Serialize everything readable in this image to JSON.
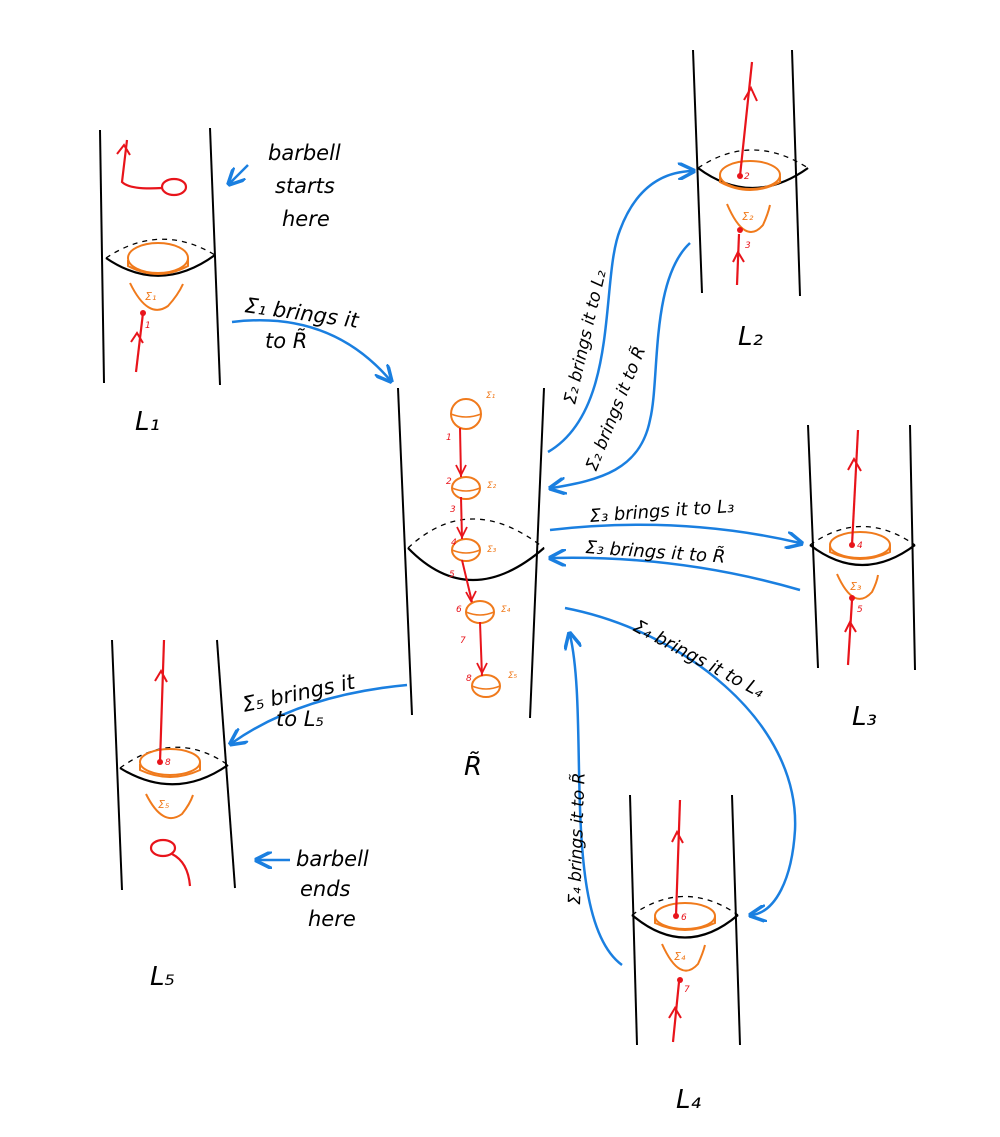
{
  "labels": {
    "L1": "L₁",
    "L2": "L₂",
    "L3": "L₃",
    "L4": "L₄",
    "L5": "L₅",
    "R": "R̃"
  },
  "notes": {
    "start": [
      "barbell",
      "starts",
      "here"
    ],
    "end": [
      "barbell",
      "ends",
      "here"
    ]
  },
  "arrows": {
    "s1_to_R": [
      "Σ₁ brings it",
      "to R̃"
    ],
    "s2_to_L2": "Σ₂ brings it to L₂",
    "s2_to_R": "Σ₂ brings it to R̃",
    "s3_to_L3": "Σ₃ brings it to L₃",
    "s3_to_R": "Σ₃ brings it to R̃",
    "s4_to_L4": "Σ₄ brings it to L₄",
    "s4_to_R": "Σ₄ brings it to R̃",
    "s5_to_L5": [
      "Σ₅ brings it",
      "to L₅"
    ]
  },
  "sigmas": {
    "s1": "Σ₁",
    "s2": "Σ₂",
    "s3": "Σ₃",
    "s4": "Σ₄",
    "s5": "Σ₅"
  },
  "points": [
    "1",
    "2",
    "3",
    "4",
    "5",
    "6",
    "7",
    "8"
  ],
  "colors": {
    "ink": "#000000",
    "path": "#e8141b",
    "surface": "#f07a1c",
    "arrow": "#1a7fe0"
  }
}
